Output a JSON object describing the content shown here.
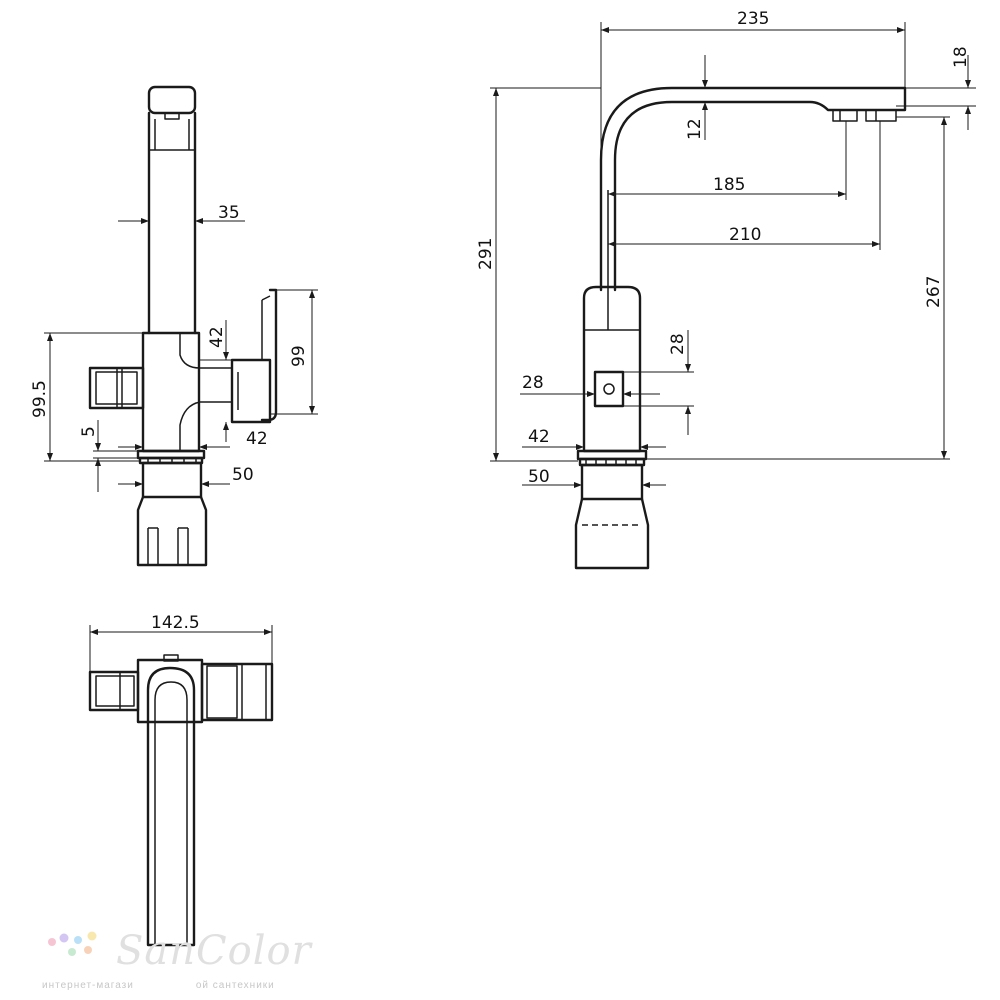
{
  "dimensions": {
    "front_width_35": "35",
    "front_lever_42": "42",
    "front_lever_height_99": "99",
    "front_height_99_5": "99.5",
    "front_gap_5": "5",
    "front_body_42": "42",
    "front_shank_50": "50",
    "side_reach_235": "235",
    "side_aerator_18": "18",
    "side_spout_12": "12",
    "side_reach_185": "185",
    "side_reach_210": "210",
    "side_height_291": "291",
    "side_height_267": "267",
    "side_port_28_v": "28",
    "side_port_28_h": "28",
    "side_body_42": "42",
    "side_shank_50": "50",
    "top_width_142_5": "142.5"
  },
  "watermark": {
    "brand": "SanColor",
    "subtitle_left": "интернет-магази",
    "subtitle_right": "ой сантехники",
    "dot_colors": [
      "#f4b7c8",
      "#c9b8f0",
      "#a9d8f5",
      "#f7e29a",
      "#b8e6c4",
      "#f5c7a8"
    ]
  }
}
